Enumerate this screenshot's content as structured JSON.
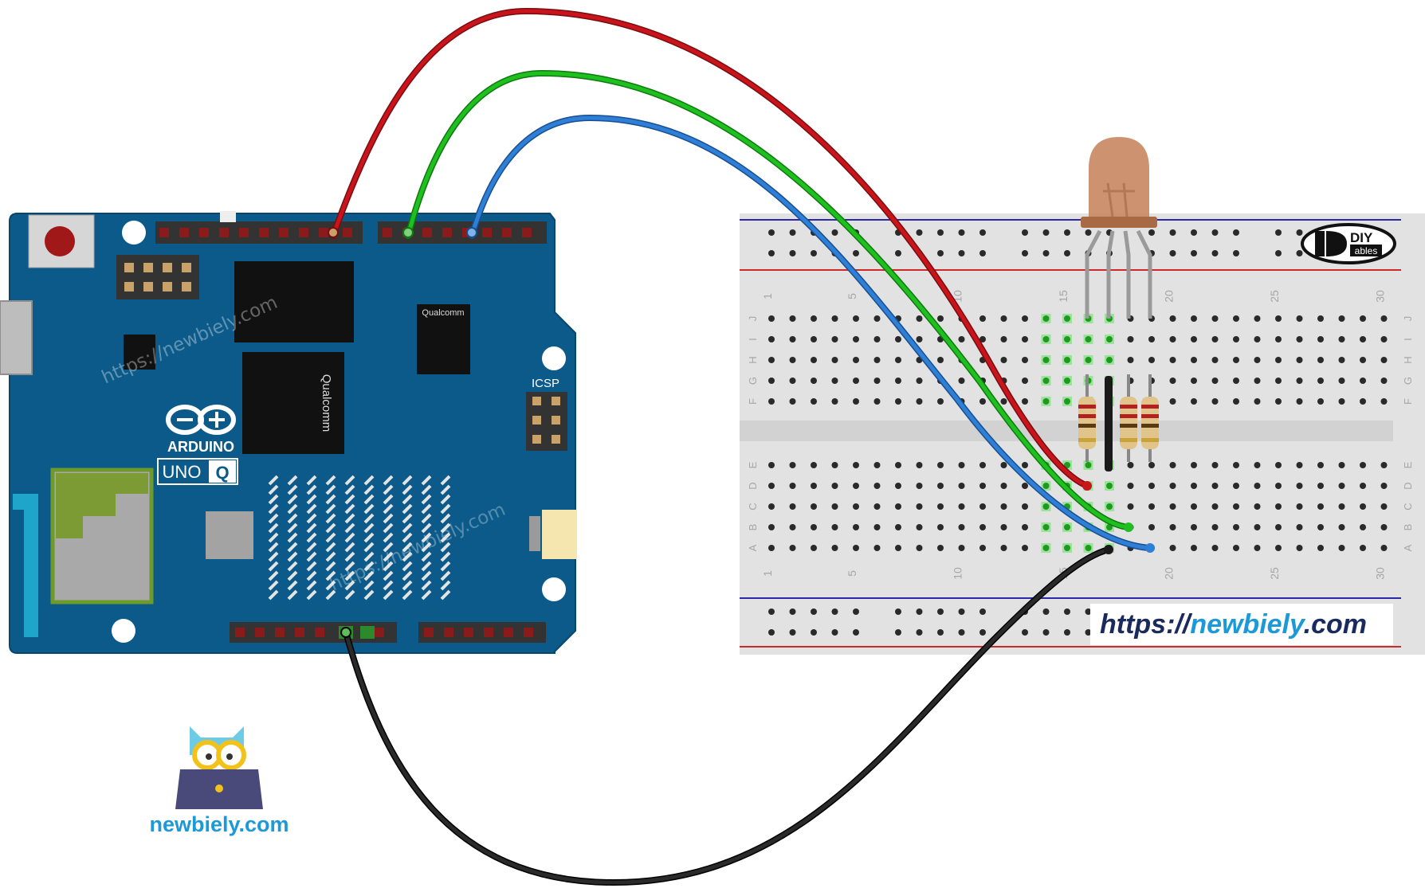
{
  "board": {
    "brand": "ARDUINO",
    "model": "UNO",
    "model_badge": "Q",
    "header_label": "ICSP",
    "chip_label_1": "Qualcomm",
    "chip_label_2": "Qualcomm"
  },
  "breadboard": {
    "row_letters_top": [
      "J",
      "I",
      "H",
      "G",
      "F"
    ],
    "row_letters_bottom": [
      "E",
      "D",
      "C",
      "B",
      "A"
    ],
    "column_numbers": [
      "1",
      "5",
      "10",
      "15",
      "20",
      "25",
      "30"
    ]
  },
  "logo": {
    "line1": "DIY",
    "line2": "ables"
  },
  "watermark": {
    "url_banner_prefix": "https://",
    "url_banner_domain": "newbiely",
    "url_banner_suffix": ".com",
    "diagonal_text": "https://newbiely.com",
    "mascot_caption": "newbiely.com"
  },
  "colors": {
    "board_blue": "#0b5a8a",
    "wire_red": "#c8141b",
    "wire_green": "#1fbf1f",
    "wire_blue": "#2f7fd6",
    "wire_black": "#1a1a1a",
    "led_body": "#c98a64",
    "accent_blue": "#1c99d8"
  }
}
